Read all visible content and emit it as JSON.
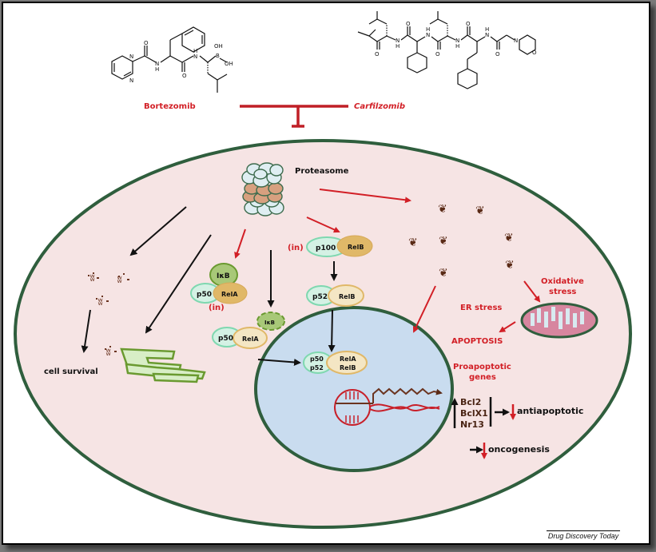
{
  "drugs": {
    "left": {
      "name": "Bortezomib",
      "structure_atoms": [
        "N",
        "N",
        "O",
        "N",
        "H",
        "O",
        "N",
        "H",
        "B",
        "OH",
        "OH"
      ]
    },
    "right": {
      "name": "Carfilzomib",
      "structure_atoms": [
        "O",
        "N",
        "H",
        "O",
        "N",
        "H",
        "O",
        "N",
        "H",
        "O",
        "N",
        "H",
        "O",
        "N",
        "O"
      ]
    }
  },
  "labels": {
    "proteasome": "Proteasome",
    "ikb": "IκB",
    "p50": "p50",
    "rela": "RelA",
    "in": "(in)",
    "p100": "p100",
    "relb": "RelB",
    "p52": "p52",
    "ikb_degraded": "IκB",
    "nucleus_complex_left_top": "p50",
    "nucleus_complex_left_bottom": "p52",
    "nucleus_complex_right_top": "RelA",
    "nucleus_complex_right_bottom": "RelB",
    "cell_survival": "cell survival",
    "er_stress": "ER stress",
    "oxidative_stress_1": "Oxidative",
    "oxidative_stress_2": "stress",
    "apoptosis": "APOPTOSIS",
    "proapoptotic_1": "Proapoptotic",
    "proapoptotic_2": "genes",
    "bcl2": "Bcl2",
    "bclx1": "BclX1",
    "nr13": "Nr13",
    "antiapoptotic": "antiapoptotic",
    "oncogenesis": "oncogenesis"
  },
  "colors": {
    "inhibition_red": "#d21f26",
    "cell_fill": "#f6e4e4",
    "cell_border": "#2f5e3d",
    "nucleus_fill": "#c9dcef",
    "p_subunit_fill": "#d4f1e4",
    "p_subunit_border": "#7fd8b0",
    "rel_fill": "#e0b868",
    "rel_light_fill": "#f4e6c4",
    "ikb_fill": "#a8c878",
    "er_fill": "#d8eec6",
    "er_border": "#6a9a30",
    "aggregate_brown": "#5a2a16",
    "mito_fill": "#d7869f",
    "mito_inner": "#d8eaf0"
  },
  "credit": "Drug Discovery Today"
}
